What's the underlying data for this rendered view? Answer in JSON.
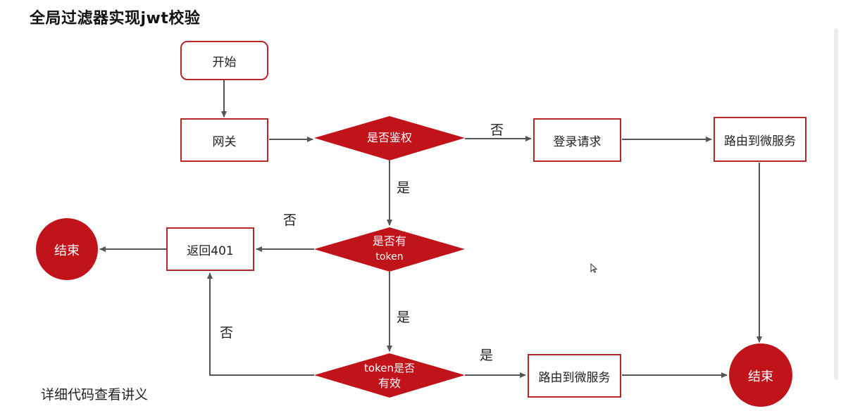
{
  "title": "全局过滤器实现jwt校验",
  "footnote": "详细代码查看讲义",
  "nodes": {
    "start": "开始",
    "gateway": "网关",
    "is_auth": "是否鉴权",
    "login_request": "登录请求",
    "route_top": "路由到微服务",
    "has_token_line1": "是否有",
    "has_token_line2": "token",
    "return_401": "返回401",
    "end_left": "结束",
    "token_valid_line1": "token是否",
    "token_valid_line2": "有效",
    "route_bottom": "路由到微服务",
    "end_right": "结束"
  },
  "edge_labels": {
    "auth_no": "否",
    "auth_yes": "是",
    "has_token_no": "否",
    "has_token_yes": "是",
    "valid_no": "否",
    "valid_yes": "是"
  },
  "colors": {
    "accent": "#b9262a",
    "arrow": "#555555"
  }
}
